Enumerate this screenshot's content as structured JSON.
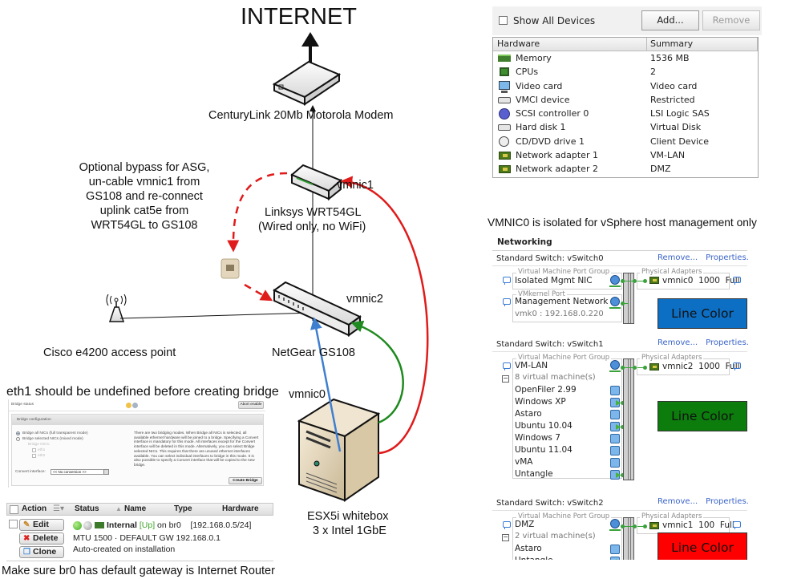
{
  "diagram": {
    "internet_label": "INTERNET",
    "modem_label": "CenturyLink 20Mb Motorola Modem",
    "router_label_line1": "Linksys WRT54GL",
    "router_label_line2": "(Wired only, no WiFi)",
    "bypass_note": [
      "Optional bypass for ASG,",
      "un-cable vmnic1 from",
      "GS108 and re-connect",
      "uplink cat5e from",
      "WRT54GL to GS108"
    ],
    "access_point_label": "Cisco e4200 access point",
    "switch_label": "NetGear GS108",
    "server_label_line1": "ESX5i whitebox",
    "server_label_line2": "3 x Intel 1GbE",
    "link_labels": {
      "vmnic0": "vmnic0",
      "vmnic1": "vmnic1",
      "vmnic2": "vmnic2"
    },
    "colors": {
      "vmnic0": "#3f7fd0",
      "vmnic1": "#e01b1b",
      "vmnic2": "#1f8a1f",
      "default_link": "#111111"
    }
  },
  "hardware_panel": {
    "show_all_devices_label": "Show All Devices",
    "show_all_devices_checked": false,
    "add_label": "Add...",
    "remove_label": "Remove",
    "columns": [
      "Hardware",
      "Summary"
    ],
    "rows": [
      {
        "icon": "memory-icon",
        "name": "Memory",
        "summary": "1536 MB"
      },
      {
        "icon": "cpu-icon",
        "name": "CPUs",
        "summary": "2"
      },
      {
        "icon": "video-card-icon",
        "name": "Video card",
        "summary": "Video card"
      },
      {
        "icon": "vmci-device-icon",
        "name": "VMCI device",
        "summary": "Restricted"
      },
      {
        "icon": "scsi-controller-icon",
        "name": "SCSI controller 0",
        "summary": "LSI Logic SAS"
      },
      {
        "icon": "hard-disk-icon",
        "name": "Hard disk 1",
        "summary": "Virtual Disk"
      },
      {
        "icon": "cd-dvd-icon",
        "name": "CD/DVD drive 1",
        "summary": "Client Device"
      },
      {
        "icon": "network-adapter-icon",
        "name": "Network adapter 1",
        "summary": "VM-LAN"
      },
      {
        "icon": "network-adapter-icon",
        "name": "Network adapter 2",
        "summary": "DMZ"
      }
    ]
  },
  "networking": {
    "caption": "VMNIC0 is isolated for vSphere host management only",
    "title": "Networking",
    "remove_label": "Remove...",
    "properties_label": "Properties...",
    "vm_port_group_legend": "Virtual Machine Port Group",
    "vmkernel_port_legend": "VMkernel Port",
    "physical_adapters_legend": "Physical Adapters",
    "line_color_label": "Line Color",
    "switches": [
      {
        "title": "Standard Switch: vSwitch0",
        "port_group": "Isolated Mgmt NIC",
        "vmkernel_name": "Management Network",
        "vmkernel_ip": "vmk0 : 192.168.0.220",
        "adapter": {
          "name": "vmnic0",
          "speed": "1000",
          "duplex": "Full"
        },
        "line_color": "#0c6fc4"
      },
      {
        "title": "Standard Switch: vSwitch1",
        "port_group": "VM-LAN",
        "vm_count": "8 virtual machine(s)",
        "vms": [
          {
            "name": "OpenFiler 2.99",
            "powered_on": false
          },
          {
            "name": "Windows XP",
            "powered_on": true
          },
          {
            "name": "Astaro",
            "powered_on": false
          },
          {
            "name": "Ubuntu 10.04",
            "powered_on": true
          },
          {
            "name": "Windows 7",
            "powered_on": false
          },
          {
            "name": "Ubuntu 11.04",
            "powered_on": false
          },
          {
            "name": "vMA",
            "powered_on": false
          },
          {
            "name": "Untangle",
            "powered_on": true
          }
        ],
        "adapter": {
          "name": "vmnic2",
          "speed": "1000",
          "duplex": "Full"
        },
        "line_color": "#0c7c0c"
      },
      {
        "title": "Standard Switch: vSwitch2",
        "port_group": "DMZ",
        "vm_count": "2 virtual machine(s)",
        "vms": [
          {
            "name": "Astaro",
            "powered_on": false
          },
          {
            "name": "Untangle",
            "powered_on": true
          }
        ],
        "adapter": {
          "name": "vmnic1",
          "speed": "100",
          "duplex": "Full"
        },
        "line_color": "#ff0000"
      }
    ]
  },
  "bridge": {
    "caption": "eth1 should be undefined before creating bridge",
    "status_label": "Bridge status",
    "abort_label": "Abort enable",
    "config_label": "Bridge configuration",
    "option_all": "Bridge all NICs (full transparent mode)",
    "option_selected": "Bridge selected NICs (mixed mode)",
    "option_all_selected": true,
    "bridge_nics_label": "Bridge NICs:",
    "nics": [
      "eth1",
      "eth2"
    ],
    "convert_label": "Convert interface:",
    "convert_value": "<< No conversion >>",
    "description": "There are two bridging modes. When Bridge all NICs is selected, all available ethernet hardware will be joined to a bridge. Specifying a Convert interface is mandatory for this mode. All interfaces except for the Convert interface will be deleted in this mode. Alternatively, you can select Bridge selected NICs. This requires that there are unused ethernet interfaces available. You can select individual interfaces to bridge in this mode. It is also possible to specify a Convert interface that will be copied to the new bridge.",
    "create_label": "Create Bridge"
  },
  "interfaces": {
    "columns": [
      "Action",
      "Status",
      "Name",
      "Type",
      "Hardware"
    ],
    "edit_label": "Edit",
    "delete_label": "Delete",
    "clone_label": "Clone",
    "row": {
      "name": "Internal",
      "state": "[Up]",
      "on": "on br0",
      "address": "[192.168.0.5/24]",
      "details": "MTU 1500 · DEFAULT GW 192.168.0.1",
      "comment": "Auto-created on installation"
    },
    "footnote": "Make sure br0 has default gateway is Internet Router"
  }
}
